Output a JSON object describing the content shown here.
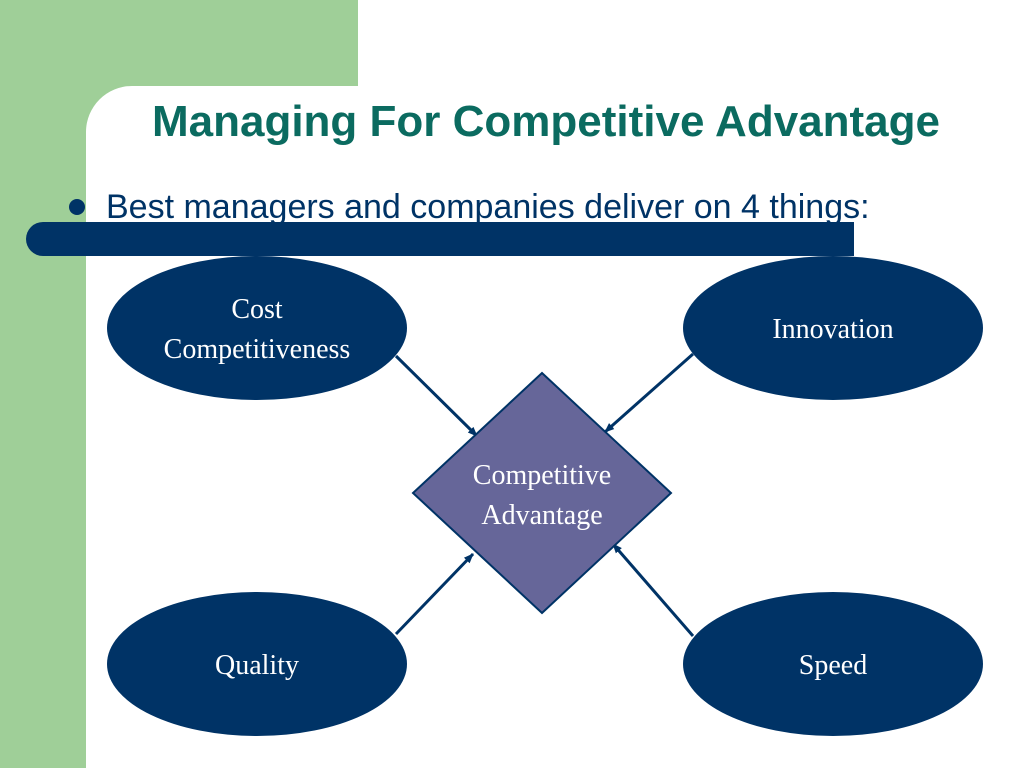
{
  "slide": {
    "title": "Managing For Competitive Advantage",
    "bullet": "Best managers and companies deliver on 4 things:"
  },
  "diagram": {
    "center": {
      "line1": "Competitive",
      "line2": "Advantage"
    },
    "nodes": {
      "cost": {
        "line1": "Cost",
        "line2": "Competitiveness"
      },
      "innovation": {
        "line1": "Innovation"
      },
      "quality": {
        "line1": "Quality"
      },
      "speed": {
        "line1": "Speed"
      }
    }
  },
  "colors": {
    "green": "#9fcf98",
    "title_teal": "#0b6b60",
    "navy": "#003366",
    "diamond": "#666699",
    "white": "#ffffff"
  }
}
